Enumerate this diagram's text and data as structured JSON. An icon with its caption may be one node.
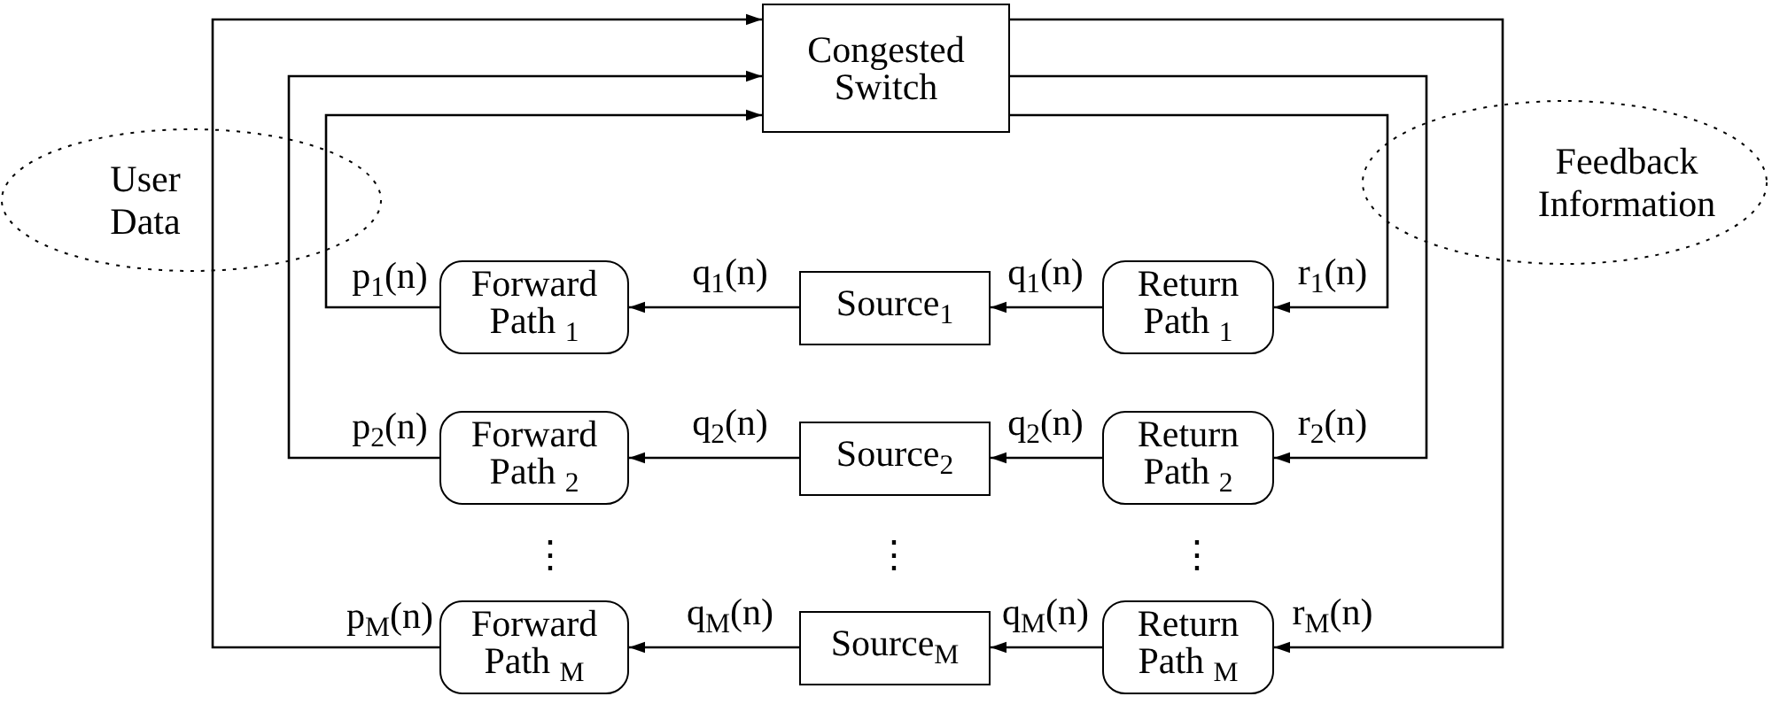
{
  "diagram": {
    "nodes": [
      {
        "text": [
          "Congested Switch"
        ]
      },
      {
        "text": [
          "Forward Path $_{1}$"
        ]
      },
      {
        "text": [
          "Source$_{1}$"
        ]
      },
      {
        "text": [
          "Return Path $_{1}$"
        ]
      },
      {
        "text": [
          "Forward Path $_{2}$"
        ]
      },
      {
        "text": [
          "Source$_{2}$"
        ]
      },
      {
        "text": [
          "Return Path $_{2}$"
        ]
      },
      {
        "text": [
          "Forward Path $_{M}$"
        ]
      },
      {
        "text": [
          "Source$_{M}$"
        ]
      },
      {
        "text": [
          "Return Path $_{M}$"
        ]
      }
    ],
    "edges": [
      {
        "from": 3,
        "to": 2,
        "arrow": "to",
        "label": "q$_{1}$(n)"
      },
      {
        "from": 2,
        "to": 1,
        "arrow": "to",
        "label": "q$_{1}$(n)"
      },
      {
        "from": 1,
        "to": 0,
        "arrow": "to",
        "label": "p$_{1}$(n)"
      },
      {
        "from": 0,
        "to": 3,
        "arrow": "to",
        "label": "r$_{1}$(n)"
      },
      {
        "from": 6,
        "to": 5,
        "arrow": "to",
        "label": "q$_{2}$(n)"
      },
      {
        "from": 5,
        "to": 4,
        "arrow": "to",
        "label": "q$_{2}$(n)"
      },
      {
        "from": 4,
        "to": 0,
        "arrow": "to",
        "label": "p$_{2}$(n)"
      },
      {
        "from": 0,
        "to": 6,
        "arrow": "to",
        "label": "r$_{2}$(n)"
      },
      {
        "from": 9,
        "to": 8,
        "arrow": "to",
        "label": "q$_{M}$(n)"
      },
      {
        "from": 8,
        "to": 7,
        "arrow": "to",
        "label": "q$_{M}$(n)"
      },
      {
        "from": 7,
        "to": 0,
        "arrow": "to",
        "label": "p$_{M}$(n)"
      },
      {
        "from": 0,
        "to": 9,
        "arrow": "to",
        "label": "r$_{M}$(n)"
      }
    ],
    "labels": [
      "User Data",
      "Feedback Information",
      "⋮",
      "⋮",
      "⋮"
    ]
  }
}
